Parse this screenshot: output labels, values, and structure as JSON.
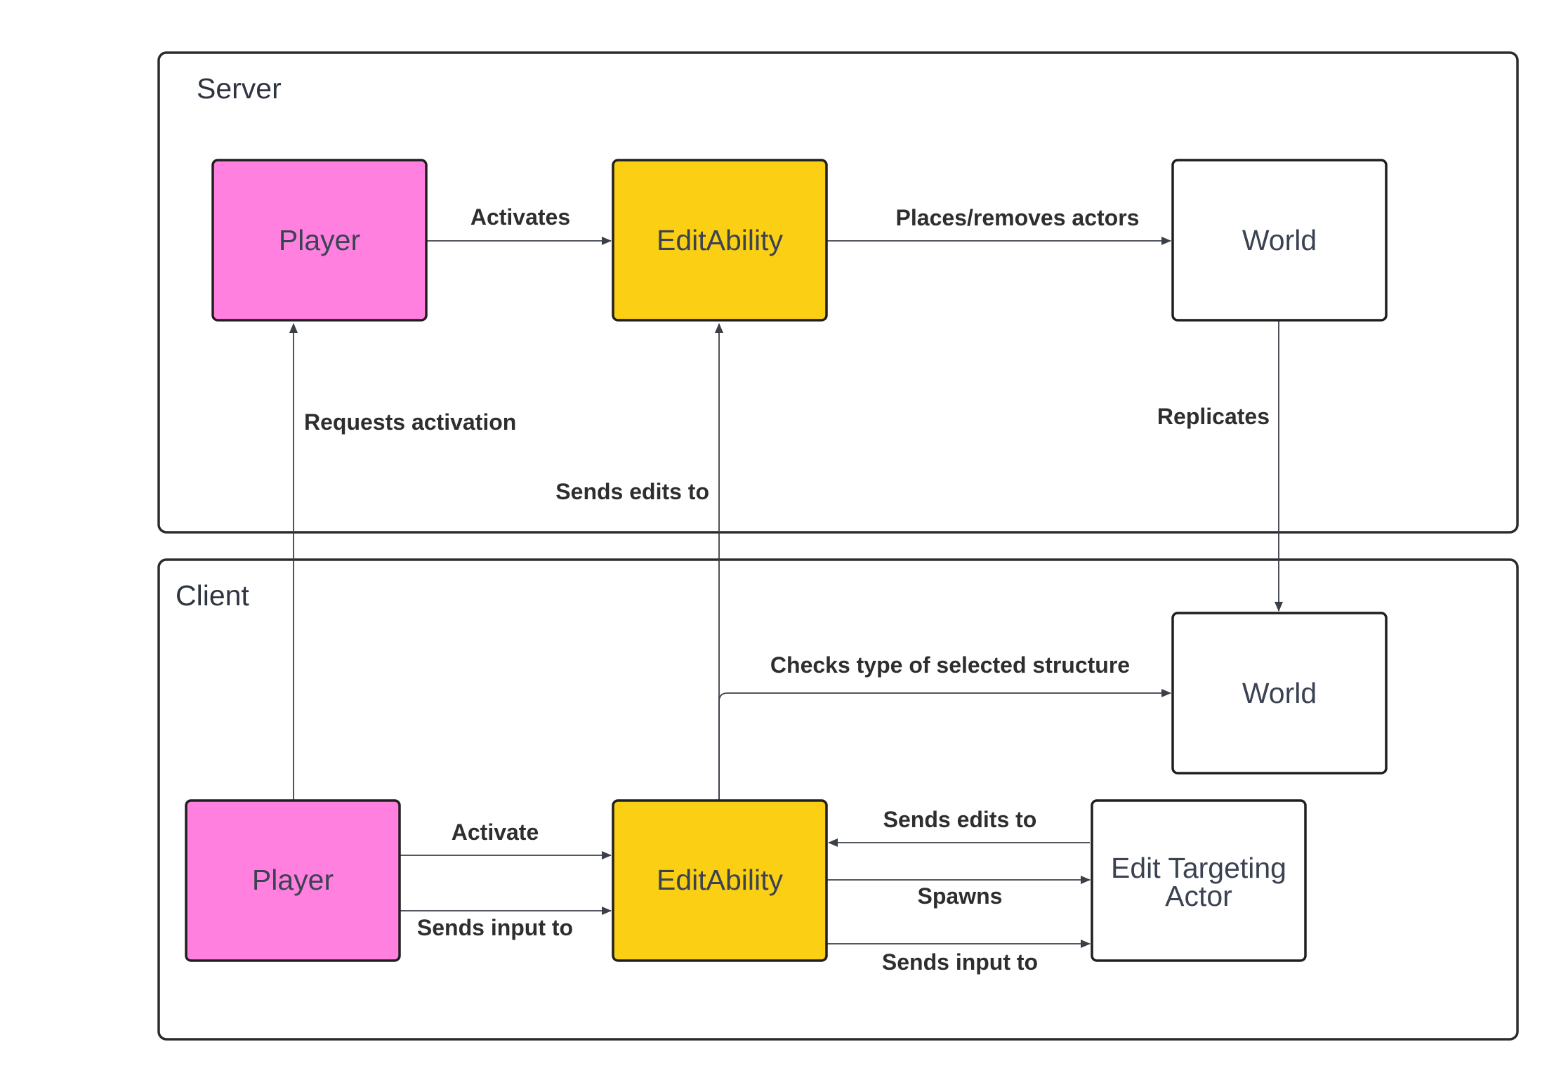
{
  "colors": {
    "player": "#ff80df",
    "edit_ability": "#fbcf14",
    "world": "#ffffff",
    "edit_targeting_actor": "#ffffff",
    "line": "#3b3f47",
    "border": "#1f1f1f"
  },
  "server": {
    "title": "Server",
    "player": "Player",
    "edit_ability": "EditAbility",
    "world": "World"
  },
  "client": {
    "title": "Client",
    "player": "Player",
    "edit_ability": "EditAbility",
    "world": "World",
    "edit_targeting_actor": [
      "Edit Targeting",
      "Actor"
    ]
  },
  "edges": {
    "activates": "Activates",
    "places_removes": "Places/removes actors",
    "requests_activation": "Requests activation",
    "sends_edits_to_server": "Sends edits to",
    "replicates": "Replicates",
    "checks_type": "Checks type of selected structure",
    "activate": "Activate",
    "sends_input_to_ability": "Sends input to",
    "sends_edits_to_ability": "Sends edits to",
    "spawns": "Spawns",
    "sends_input_to_actor": "Sends input to"
  }
}
